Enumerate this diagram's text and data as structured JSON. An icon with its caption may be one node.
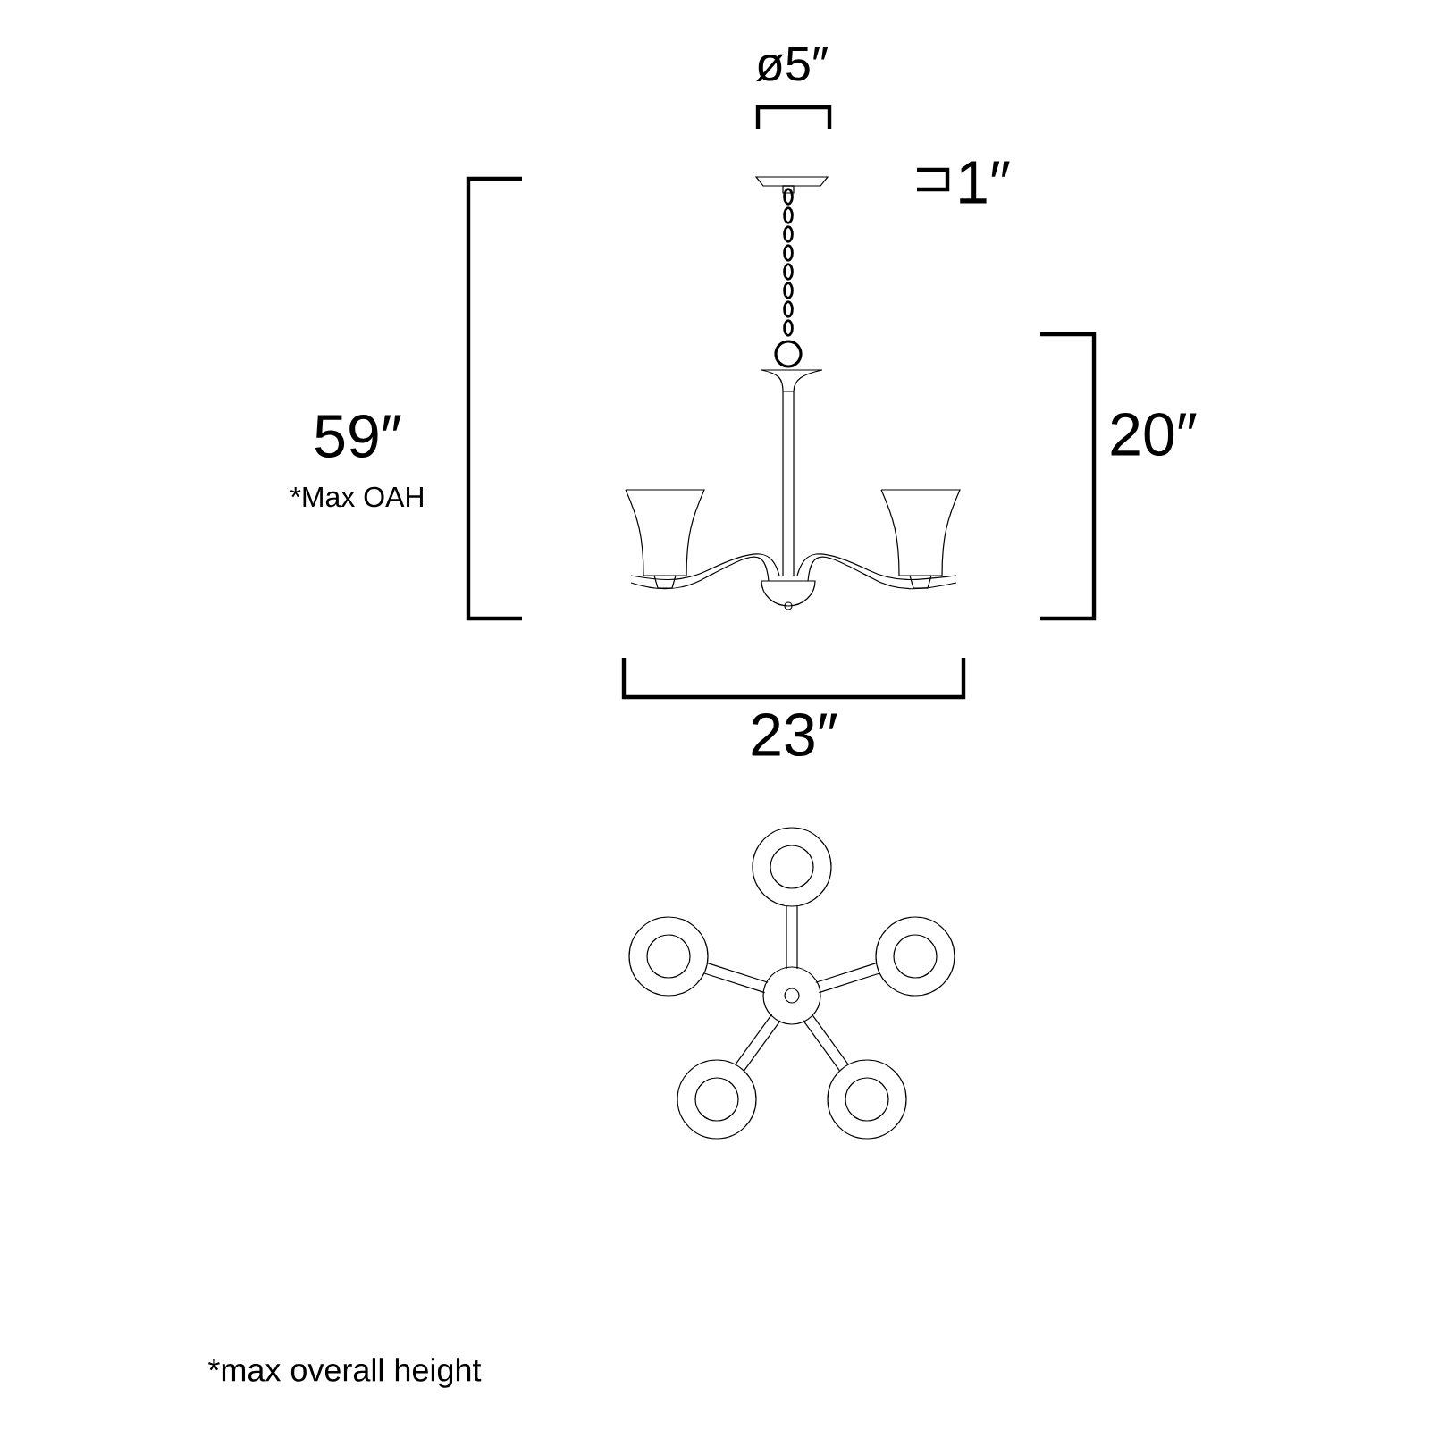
{
  "diagram": {
    "labels": [
      "ø5″",
      "1″",
      "59″",
      "*Max OAH",
      "20″",
      "23″",
      "*max overall height"
    ]
  }
}
